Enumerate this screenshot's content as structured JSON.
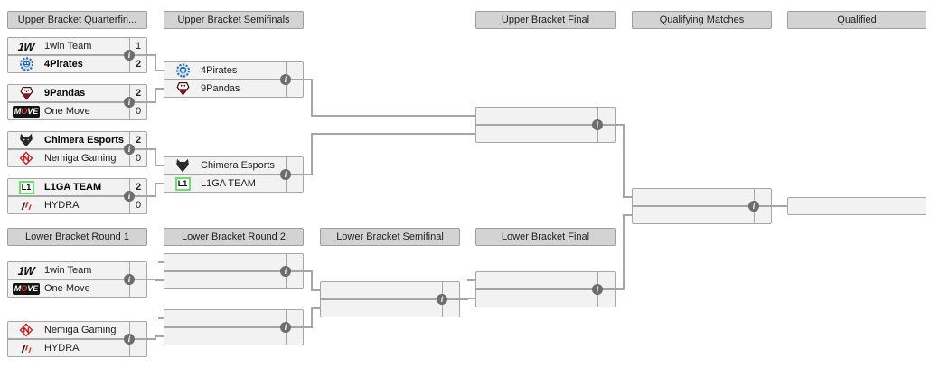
{
  "bracket": {
    "headers": [
      {
        "id": "ub-quarterfinals",
        "label": "Upper Bracket Quarterfin..."
      },
      {
        "id": "ub-semifinals",
        "label": "Upper Bracket Semifinals"
      },
      {
        "id": "ub-final",
        "label": "Upper Bracket Final"
      },
      {
        "id": "qualifying-matches",
        "label": "Qualifying Matches"
      },
      {
        "id": "qualified",
        "label": "Qualified"
      },
      {
        "id": "lb-round-1",
        "label": "Lower Bracket Round 1"
      },
      {
        "id": "lb-round-2",
        "label": "Lower Bracket Round 2"
      },
      {
        "id": "lb-semifinal",
        "label": "Lower Bracket Semifinal"
      },
      {
        "id": "lb-final",
        "label": "Lower Bracket Final"
      }
    ],
    "matches": [
      {
        "id": "ub-qf-1",
        "slots": [
          {
            "team": "1win Team",
            "logo": "1win",
            "score": "1",
            "winner": false
          },
          {
            "team": "4Pirates",
            "logo": "pirates",
            "score": "2",
            "winner": true
          }
        ]
      },
      {
        "id": "ub-qf-2",
        "slots": [
          {
            "team": "9Pandas",
            "logo": "pandas",
            "score": "2",
            "winner": true
          },
          {
            "team": "One Move",
            "logo": "onemove",
            "score": "0",
            "winner": false
          }
        ]
      },
      {
        "id": "ub-qf-3",
        "slots": [
          {
            "team": "Chimera Esports",
            "logo": "chimera",
            "score": "2",
            "winner": true
          },
          {
            "team": "Nemiga Gaming",
            "logo": "nemiga",
            "score": "0",
            "winner": false
          }
        ]
      },
      {
        "id": "ub-qf-4",
        "slots": [
          {
            "team": "L1GA TEAM",
            "logo": "l1ga",
            "score": "2",
            "winner": true
          },
          {
            "team": "HYDRA",
            "logo": "hydra",
            "score": "0",
            "winner": false
          }
        ]
      },
      {
        "id": "ub-sf-1",
        "slots": [
          {
            "team": "4Pirates",
            "logo": "pirates",
            "score": "",
            "winner": false
          },
          {
            "team": "9Pandas",
            "logo": "pandas",
            "score": "",
            "winner": false
          }
        ]
      },
      {
        "id": "ub-sf-2",
        "slots": [
          {
            "team": "Chimera Esports",
            "logo": "chimera",
            "score": "",
            "winner": false
          },
          {
            "team": "L1GA TEAM",
            "logo": "l1ga",
            "score": "",
            "winner": false
          }
        ]
      },
      {
        "id": "ub-final",
        "slots": [
          {
            "team": "",
            "logo": "",
            "score": "",
            "winner": false
          },
          {
            "team": "",
            "logo": "",
            "score": "",
            "winner": false
          }
        ]
      },
      {
        "id": "lb-r1-1",
        "slots": [
          {
            "team": "1win Team",
            "logo": "1win",
            "score": "",
            "winner": false
          },
          {
            "team": "One Move",
            "logo": "onemove",
            "score": "",
            "winner": false
          }
        ]
      },
      {
        "id": "lb-r1-2",
        "slots": [
          {
            "team": "Nemiga Gaming",
            "logo": "nemiga",
            "score": "",
            "winner": false
          },
          {
            "team": "HYDRA",
            "logo": "hydra",
            "score": "",
            "winner": false
          }
        ]
      },
      {
        "id": "lb-r2-1",
        "slots": [
          {
            "team": "",
            "logo": "",
            "score": "",
            "winner": false
          },
          {
            "team": "",
            "logo": "",
            "score": "",
            "winner": false
          }
        ]
      },
      {
        "id": "lb-r2-2",
        "slots": [
          {
            "team": "",
            "logo": "",
            "score": "",
            "winner": false
          },
          {
            "team": "",
            "logo": "",
            "score": "",
            "winner": false
          }
        ]
      },
      {
        "id": "lb-sf",
        "slots": [
          {
            "team": "",
            "logo": "",
            "score": "",
            "winner": false
          },
          {
            "team": "",
            "logo": "",
            "score": "",
            "winner": false
          }
        ]
      },
      {
        "id": "lb-final",
        "slots": [
          {
            "team": "",
            "logo": "",
            "score": "",
            "winner": false
          },
          {
            "team": "",
            "logo": "",
            "score": "",
            "winner": false
          }
        ]
      },
      {
        "id": "qualifying-match",
        "slots": [
          {
            "team": "",
            "logo": "",
            "score": "",
            "winner": false
          },
          {
            "team": "",
            "logo": "",
            "score": "",
            "winner": false
          }
        ]
      },
      {
        "id": "qualified-slot",
        "single": true,
        "slots": [
          {
            "team": "",
            "logo": "",
            "score": "",
            "winner": false
          }
        ]
      }
    ]
  },
  "icons": {
    "info": "i"
  },
  "colors": {
    "header_bg": "#d3d3d3",
    "box_bg": "#f2f2f2",
    "border": "#a6a6a6",
    "info_bg": "#6d6d6d",
    "winner_text": "#000000",
    "l1ga_green": "#6fdc6f",
    "accent_red": "#e03c31",
    "pirates_blue": "#2e6da4",
    "pandas_red": "#8c1218"
  }
}
